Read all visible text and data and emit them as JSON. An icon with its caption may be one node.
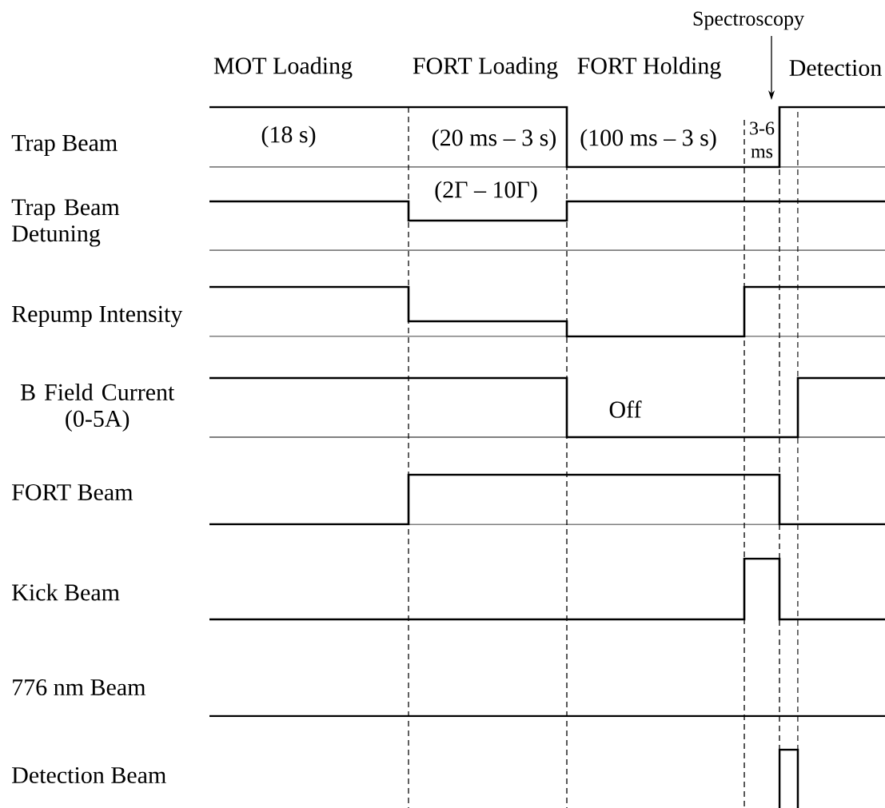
{
  "diagram": {
    "labels": [
      "Spectroscopy",
      "MOT Loading",
      "FORT Loading",
      "FORT Holding",
      "Detection",
      "Trap Beam",
      "(18 s)",
      "(20 ms – 3 s)",
      "(100 ms – 3 s)",
      "3-6 ms",
      "Trap Beam Detuning",
      "(2Γ – 10Γ)",
      "Repump Intensity",
      "B Field Current (0-5A)",
      "Off",
      "FORT Beam",
      "Kick Beam",
      "776 nm Beam",
      "Detection Beam"
    ]
  }
}
